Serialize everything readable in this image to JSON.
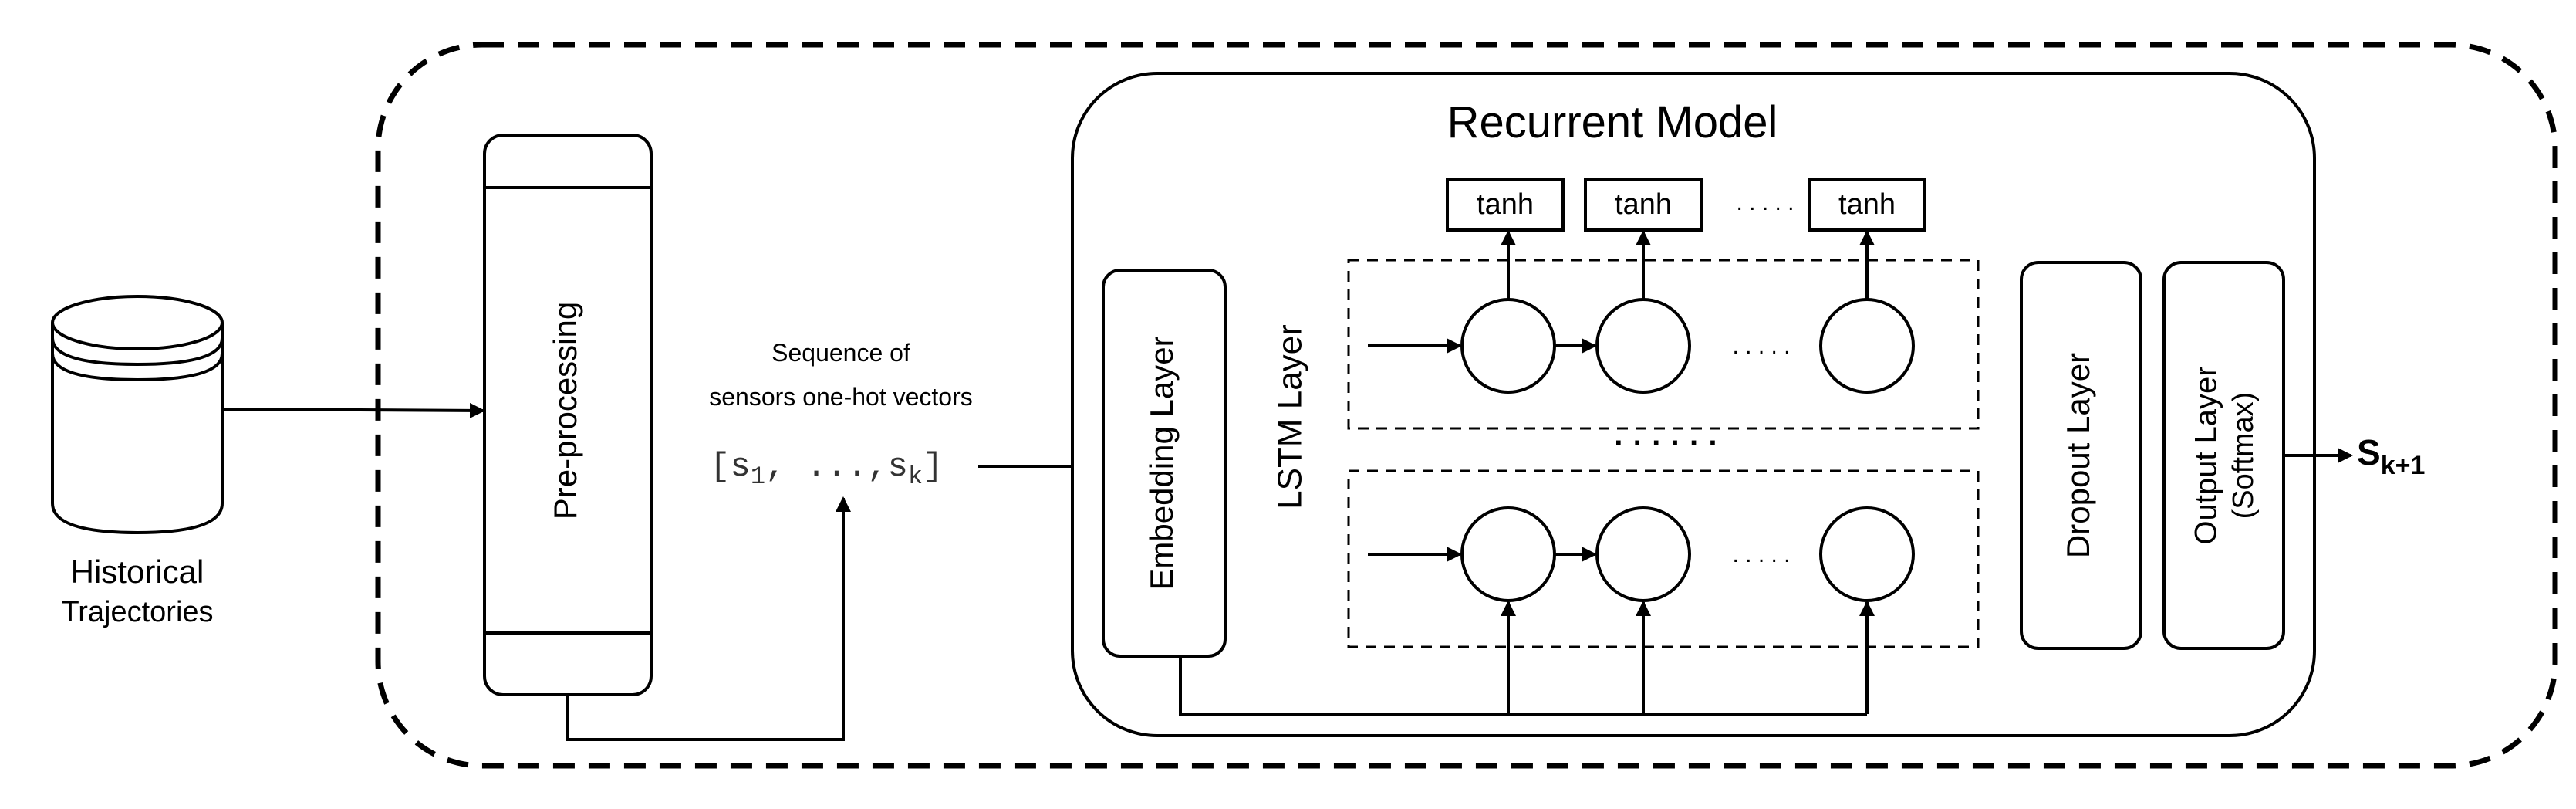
{
  "diagram": {
    "data_source": {
      "label_line1": "Historical",
      "label_line2": "Trajectories",
      "icon": "database-icon"
    },
    "preprocessing": {
      "label": "Pre-processing"
    },
    "sequence": {
      "caption_line1": "Sequence of",
      "caption_line2": "sensors one-hot vectors",
      "open": "[s",
      "sub1": "1",
      "middle": ", ...,s",
      "subk": "k",
      "close": "]"
    },
    "recurrent_model": {
      "title": "Recurrent Model",
      "embedding_layer": "Embedding Layer",
      "lstm_layer": "LSTM Layer",
      "dropout_layer": "Dropout Layer",
      "output_layer_line1": "Output Layer",
      "output_layer_line2": "(Softmax)",
      "activations": [
        "tanh",
        "tanh",
        "tanh"
      ],
      "ellipsis_short": ". . . . .",
      "ellipsis_stack": "· · · · · ·"
    },
    "output": {
      "base": "S",
      "subscript": "k+1"
    }
  }
}
